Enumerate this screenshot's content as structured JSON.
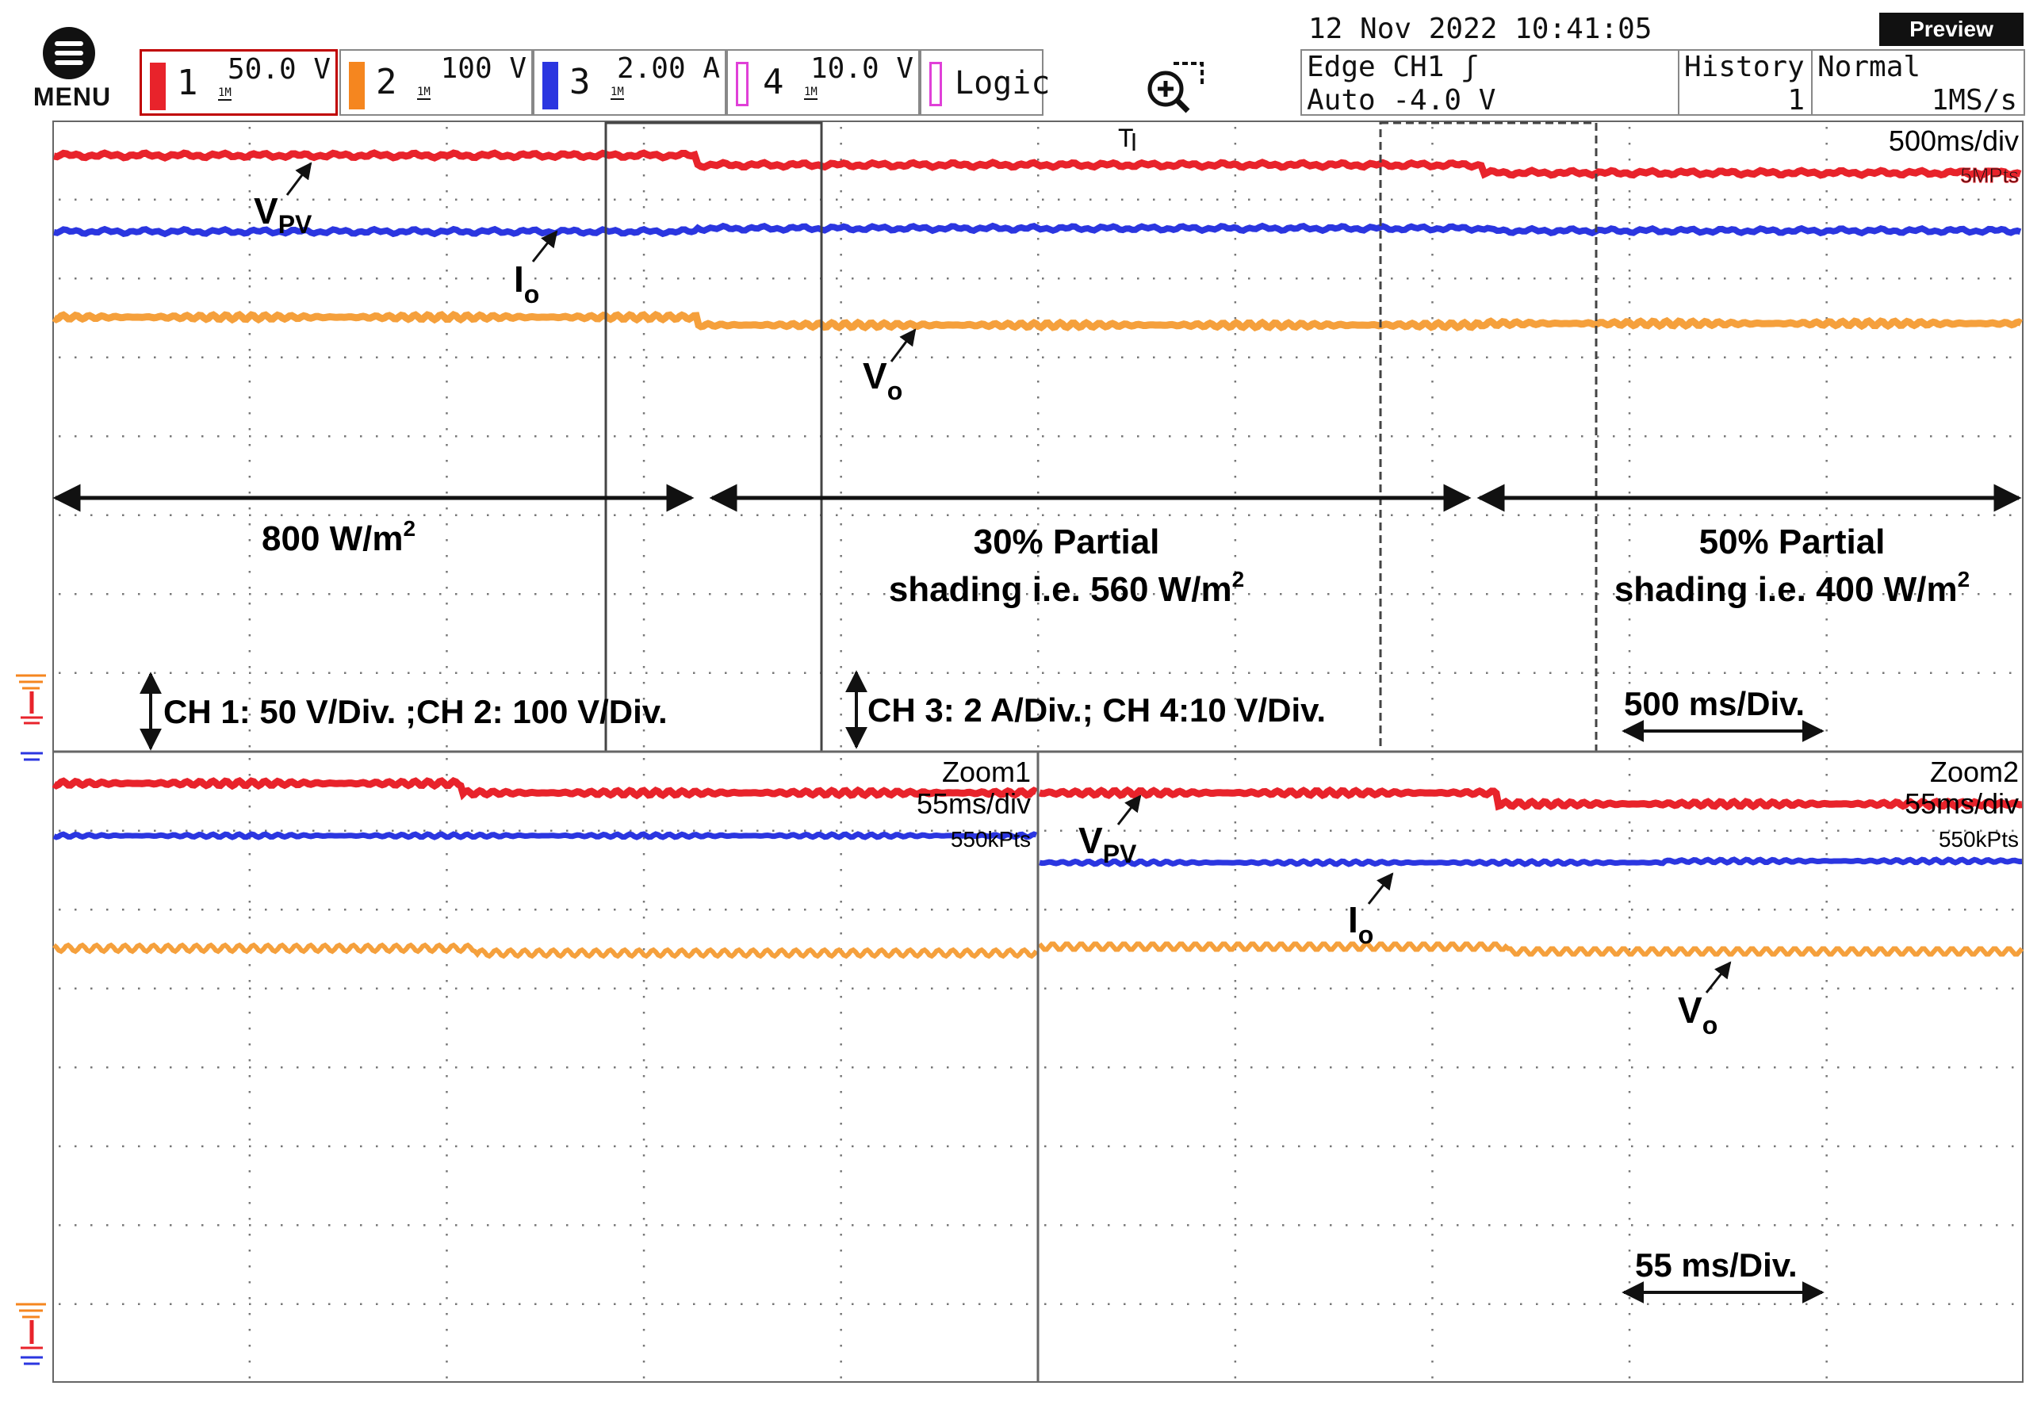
{
  "menu": {
    "label": "MENU"
  },
  "channels": [
    {
      "num": "1",
      "value": "50.0 V",
      "coupling": "1M",
      "color": "#e8232b",
      "selected": true
    },
    {
      "num": "2",
      "value": "100 V",
      "coupling": "1M",
      "color": "#f5861f",
      "selected": false
    },
    {
      "num": "3",
      "value": "2.00 A",
      "coupling": "1M",
      "color": "#2b36e0",
      "selected": false
    },
    {
      "num": "4",
      "value": "10.0 V",
      "coupling": "1M",
      "color": "#e040d8",
      "selected": false
    }
  ],
  "logic": {
    "label": "Logic",
    "color": "#e040d8"
  },
  "datetime": "12 Nov 2022 10:41:05",
  "preview_label": "Preview",
  "trigger": {
    "line1": "Edge CH1 ʃ",
    "line2": "Auto -4.0 V"
  },
  "history": {
    "label": "History",
    "value": "1"
  },
  "mode": {
    "label": "Normal",
    "rate": "1MS/s"
  },
  "main": {
    "timebase": "500ms/div",
    "points": "5MPts",
    "trigger_marker": "T",
    "labels": {
      "vpv": "V",
      "vpv_sub": "PV",
      "io": "I",
      "io_sub": "o",
      "vo": "V",
      "vo_sub": "o"
    },
    "regions": [
      {
        "line1": "800 W/m",
        "sup": "2"
      },
      {
        "line1": "30% Partial",
        "line2": "shading i.e. 560 W/m",
        "sup": "2"
      },
      {
        "line1": "50% Partial",
        "line2": "shading i.e. 400 W/m",
        "sup": "2"
      }
    ],
    "scale_note_1": "CH 1: 50 V/Div. ;CH 2: 100 V/Div.",
    "scale_note_2": "CH 3: 2 A/Div.; CH 4:10 V/Div.",
    "div_note": "500 ms/Div."
  },
  "zoom1": {
    "title": "Zoom1",
    "timebase": "55ms/div",
    "points": "550kPts"
  },
  "zoom2": {
    "title": "Zoom2",
    "timebase": "55ms/div",
    "points": "550kPts",
    "labels": {
      "vpv": "V",
      "vpv_sub": "PV",
      "io": "I",
      "io_sub": "o",
      "vo": "V",
      "vo_sub": "o"
    },
    "div_note": "55 ms/Div."
  },
  "trace_colors": {
    "ch1": "#e8232b",
    "ch2": "#f5a03c",
    "ch3": "#2b36e0"
  }
}
